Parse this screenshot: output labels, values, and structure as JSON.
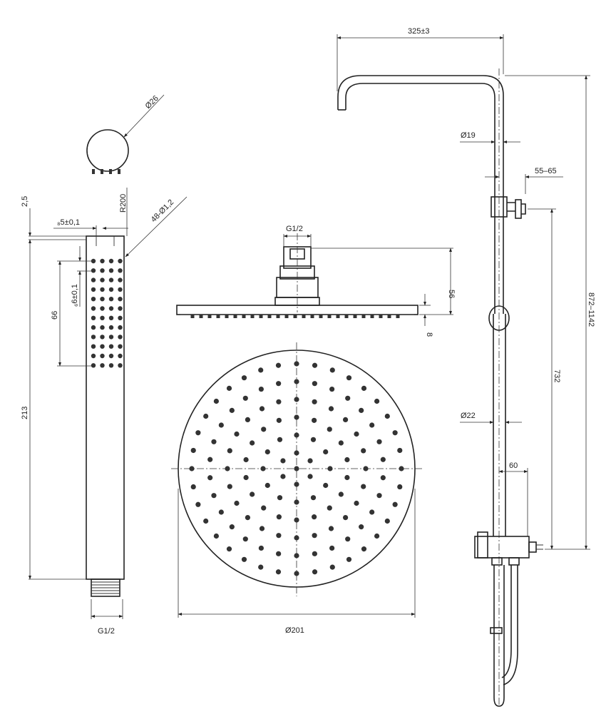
{
  "labels": {
    "width_325": "325±3",
    "dia_19": "Ø19",
    "range_55_65": "55–65",
    "height_872_1142": "872–1142",
    "height_732": "732",
    "dia_22": "Ø22",
    "offset_60": "60",
    "dia_26": "Ø26",
    "r200": "R200",
    "nozzles_48": "48-Ø1,2",
    "dim_2_5": "2,5",
    "dim_5_01": "₈5±0,1",
    "dim_6_01": "₆6±0,1",
    "dim_66": "66",
    "dim_213": "213",
    "hand_thread": "G1/2",
    "head_thread": "G1/2",
    "head_56": "56",
    "head_8": "8",
    "head_dia_201": "Ø201"
  }
}
